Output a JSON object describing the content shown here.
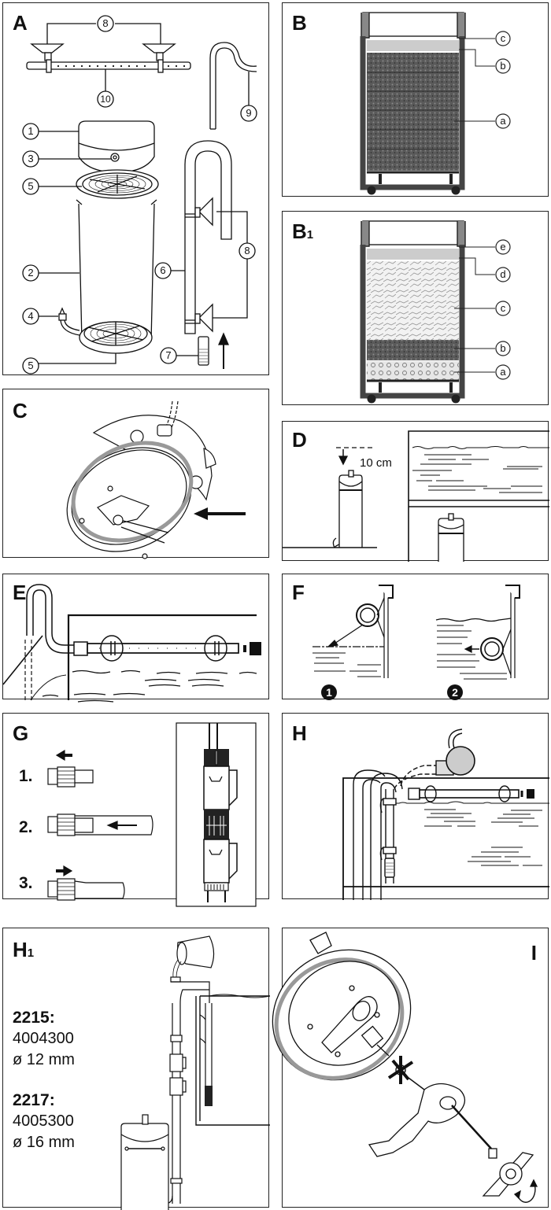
{
  "panels": {
    "A": {
      "label": "A",
      "callouts": [
        "1",
        "2",
        "3",
        "4",
        "5",
        "5",
        "6",
        "7",
        "8",
        "8",
        "9",
        "10"
      ]
    },
    "B": {
      "label": "B",
      "callouts": [
        "c",
        "b",
        "a"
      ]
    },
    "B1": {
      "label": "B",
      "label_sub": "1",
      "callouts": [
        "e",
        "d",
        "c",
        "b",
        "a"
      ]
    },
    "C": {
      "label": "C"
    },
    "D": {
      "label": "D",
      "distance": "10 cm"
    },
    "E": {
      "label": "E"
    },
    "F": {
      "label": "F",
      "steps": [
        "1",
        "2"
      ]
    },
    "G": {
      "label": "G",
      "steps": [
        "1.",
        "2.",
        "3."
      ]
    },
    "H": {
      "label": "H"
    },
    "H1": {
      "label": "H",
      "label_sub": "1",
      "models": [
        {
          "model": "2215:",
          "part_no": "4004300",
          "diameter": "ø 12 mm"
        },
        {
          "model": "2217:",
          "part_no": "4005300",
          "diameter": "ø 16 mm"
        }
      ]
    },
    "I": {
      "label": "I"
    }
  }
}
